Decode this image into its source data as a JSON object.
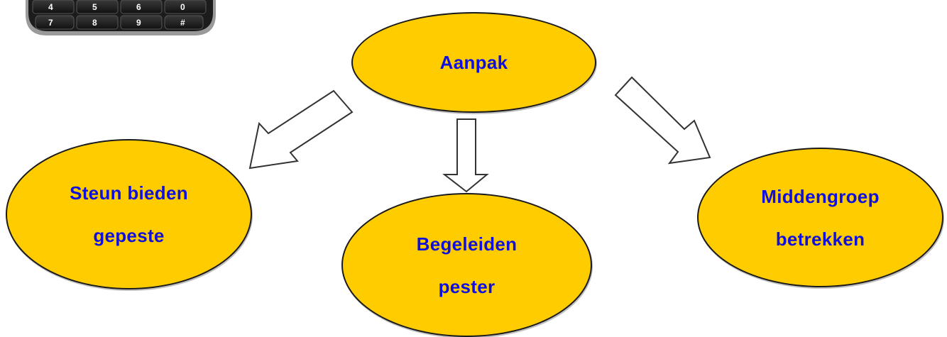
{
  "colors": {
    "node_fill": "#FFCC00",
    "node_text": "#1010DD",
    "node_border": "#1a1a1a",
    "arrow_fill": "#ffffff",
    "arrow_stroke": "#333333"
  },
  "phone_keypad": {
    "top_row": [
      "4",
      "5",
      "6",
      "0"
    ],
    "bottom_row": [
      "7",
      "8",
      "9",
      "#"
    ]
  },
  "diagram": {
    "root": {
      "label": "Aanpak"
    },
    "children": [
      {
        "lines": [
          "Steun bieden",
          "gepeste"
        ]
      },
      {
        "lines": [
          "Begeleiden",
          "pester"
        ]
      },
      {
        "lines": [
          "Middengroep",
          "betrekken"
        ]
      }
    ]
  }
}
